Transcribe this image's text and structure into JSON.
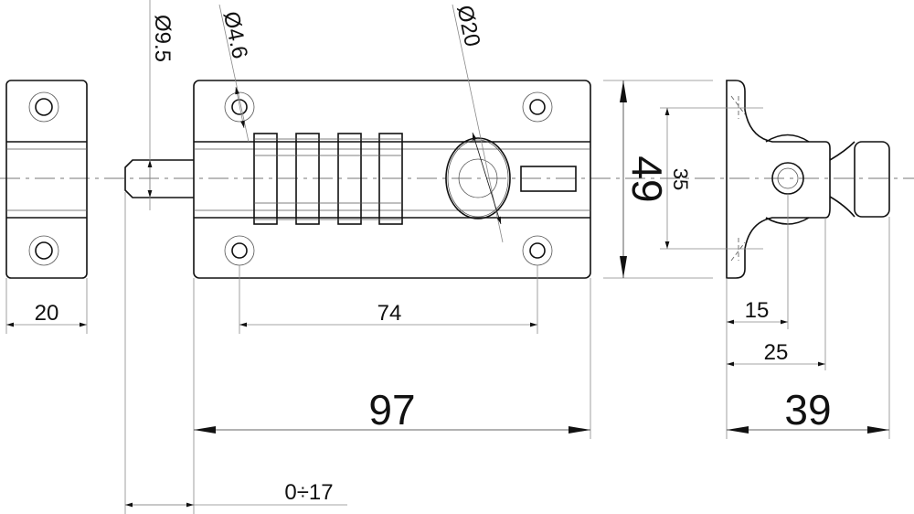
{
  "title": "Barrel bolt technical drawing",
  "dimensions": {
    "keeper_width": "20",
    "hole_spacing": "74",
    "body_length": "97",
    "bolt_travel": "0÷17",
    "total_depth": "39",
    "depth_15": "15",
    "depth_25": "25",
    "body_height": "49",
    "hole_vertical_spacing": "35",
    "bolt_diameter": "Ø9.5",
    "hole_diameter": "Ø4.6",
    "knob_diameter": "Ø20"
  }
}
